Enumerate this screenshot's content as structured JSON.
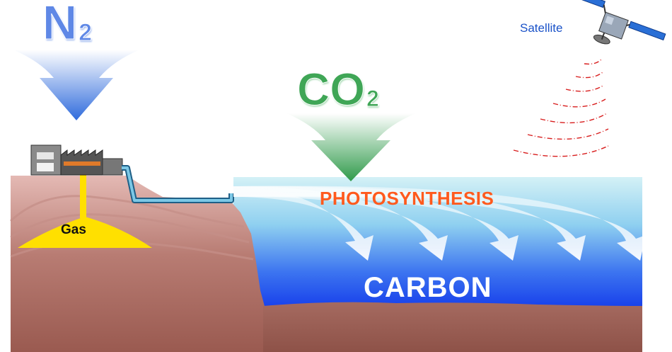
{
  "labels": {
    "n2_main": "N",
    "n2_sub": "2",
    "co2_main": "CO",
    "co2_sub": "2",
    "satellite": "Satellite",
    "photosynthesis": "PHOTOSYNTHESIS",
    "carbon": "CARBON",
    "gas": "Gas"
  },
  "colors": {
    "n2_blue": "#2f6bdc",
    "co2_green": "#2f9a4a",
    "photosynthesis_orange": "#ff5a1e",
    "ocean_surface": "#c8ecf3",
    "ocean_deep": "#1238ea",
    "land": "#a9665c",
    "gas": "#ffe000",
    "signal_red": "#d81e1e",
    "pipe_blue": "#4fa6c8"
  }
}
